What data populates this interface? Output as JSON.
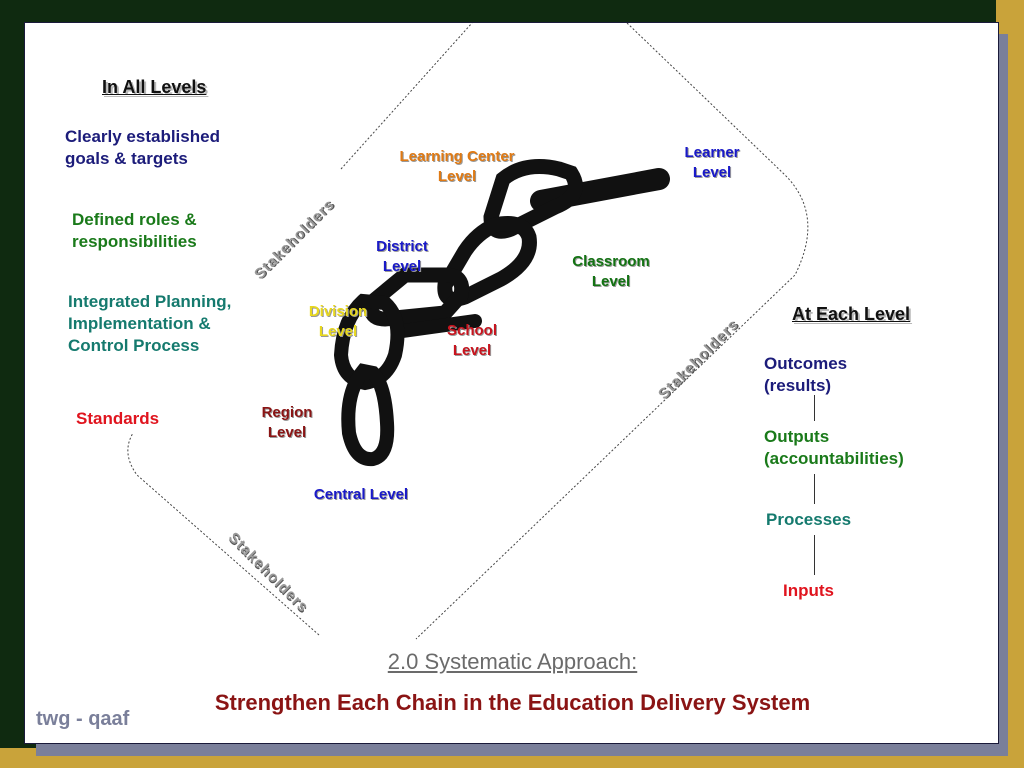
{
  "left_panel": {
    "heading": "In All Levels",
    "items": [
      "Clearly established goals & targets",
      "Defined roles & responsibilities",
      "Integrated Planning, Implementation & Control Process",
      "Standards"
    ]
  },
  "chain_levels": {
    "learning_center": "Learning Center Level",
    "learner": "Learner Level",
    "district": "District Level",
    "classroom": "Classroom Level",
    "division": "Division Level",
    "school": "School Level",
    "region": "Region Level",
    "central": "Central Level"
  },
  "stakeholders_label": "Stakeholders",
  "right_panel": {
    "heading": "At Each Level",
    "items": [
      "Outcomes (results)",
      "Outputs (accountabilities)",
      "Processes",
      "Inputs"
    ]
  },
  "title": {
    "line1": "2.0 Systematic Approach:",
    "line2": "Strengthen Each Chain in the Education Delivery System"
  },
  "footer": "twg - qaaf",
  "colors": {
    "navy": "#1c1c7a",
    "green": "#1a7a1a",
    "teal": "#157a6e",
    "red": "#e0141e",
    "orange": "#e07a14",
    "maroon": "#8a1414",
    "title_gray": "#6b6b6b"
  }
}
